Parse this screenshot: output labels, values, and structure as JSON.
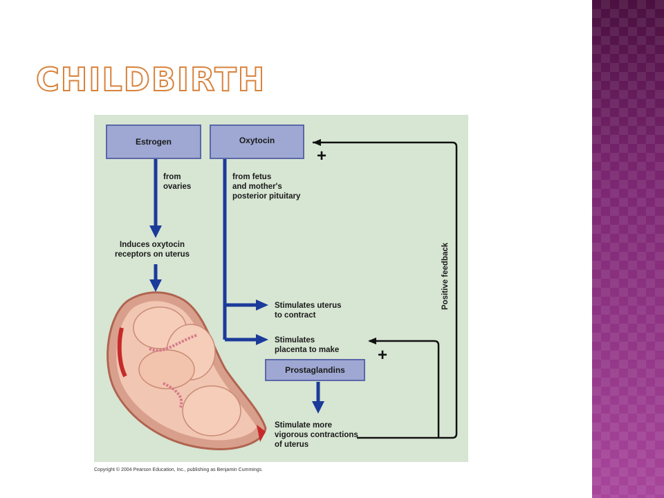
{
  "slide": {
    "title": "Childbirth"
  },
  "diagram": {
    "boxes": {
      "estrogen": "Estrogen",
      "oxytocin": "Oxytocin",
      "prostaglandins": "Prostaglandins"
    },
    "labels": {
      "from_ovaries": "from\novaries",
      "from_fetus": "from fetus\nand mother's\nposterior pituitary",
      "induces_receptors": "Induces oxytocin\nreceptors on uterus",
      "stimulates_uterus": "Stimulates uterus\nto contract",
      "stimulates_placenta": "Stimulates\nplacenta to make",
      "stimulate_more": "Stimulate more\nvigorous contractions\nof uterus",
      "positive_feedback": "Positive feedback",
      "plus_top": "+",
      "plus_bottom": "+"
    },
    "colors": {
      "arrow_blue": "#1b3b9a",
      "feedback_line": "#111111",
      "box_fill": "#9ea8d2",
      "panel_bg": "#d7e5d3"
    },
    "copyright": "Copyright © 2004 Pearson Education, Inc., publishing as Benjamin Cummings."
  }
}
